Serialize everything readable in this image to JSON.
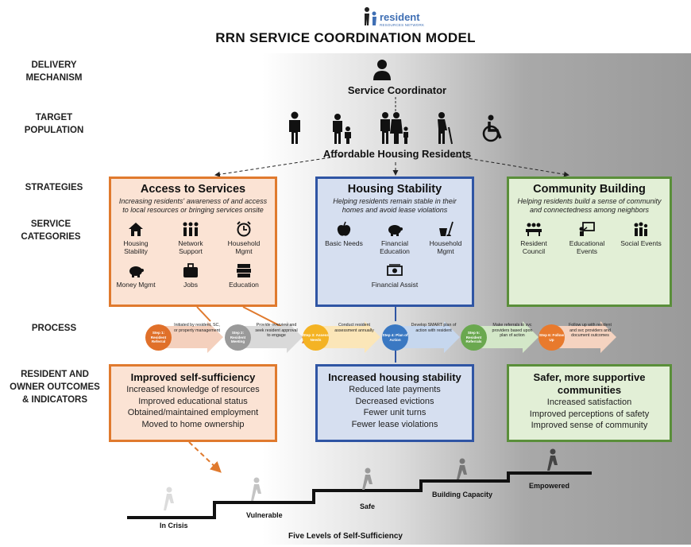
{
  "logo": {
    "name": "resident",
    "sub": "RESOURCES NETWORK"
  },
  "title": "RRN SERVICE COORDINATION MODEL",
  "rows": {
    "delivery": "DELIVERY MECHANISM",
    "target": "TARGET POPULATION",
    "strategies": "STRATEGIES",
    "service": "SERVICE CATEGORIES",
    "process": "PROCESS",
    "outcomes": "RESIDENT AND OWNER OUTCOMES & INDICATORS"
  },
  "coordinator": "Service Coordinator",
  "residents": "Affordable Housing Residents",
  "strategies": [
    {
      "title": "Access to Services",
      "desc": "Increasing residents' awareness of and access to local resources or bringing services onsite",
      "color": "#e07a2e",
      "fill": "#fbe3d4",
      "categories": [
        "Housing Stability",
        "Network Support",
        "Household Mgmt",
        "Money Mgmt",
        "Jobs",
        "Education"
      ]
    },
    {
      "title": "Housing Stability",
      "desc": "Helping residents remain stable in their homes and avoid lease violations",
      "color": "#2f55a4",
      "fill": "#d6dff0",
      "categories": [
        "Basic Needs",
        "Financial Education",
        "Household Mgmt",
        "Financial Assist"
      ]
    },
    {
      "title": "Community Building",
      "desc": "Helping residents build a sense of community and connectedness among neighbors",
      "color": "#5a8f3a",
      "fill": "#e2efd6",
      "categories": [
        "Resident Council",
        "Educational Events",
        "Social Events"
      ]
    }
  ],
  "steps": [
    {
      "label": "Step 1: Resident Referral",
      "text": "Initiated by resident, SC, or property management",
      "color": "#e0702a",
      "arrow": "#f4d0bd"
    },
    {
      "label": "Step 2: Resident Meeting",
      "text": "Provide overview and seek resident approval to engage",
      "color": "#9a9a9a",
      "arrow": "#d9d9d9"
    },
    {
      "label": "Step 3: Assess Needs",
      "text": "Conduct resident assessment annually",
      "color": "#f4b324",
      "arrow": "#fbe6b8"
    },
    {
      "label": "Step 4: Plan of Action",
      "text": "Develop SMART plan of action with resident",
      "color": "#3a78c2",
      "arrow": "#c6d7ee"
    },
    {
      "label": "Step 5: Resident Referrals",
      "text": "Make referrals to svc providers based upon plan of action",
      "color": "#6aa84f",
      "arrow": "#d3e7c8"
    },
    {
      "label": "Step 6: Follow Up",
      "text": "Follow up with resident and svc providers and document outcomes",
      "color": "#e87a2d",
      "arrow": "#f5d3c0"
    }
  ],
  "outcomes": [
    {
      "title": "Improved self-sufficiency",
      "lines": [
        "Increased knowledge of resources",
        "Improved educational status",
        "Obtained/maintained employment",
        "Moved to home ownership"
      ]
    },
    {
      "title": "Increased housing stability",
      "lines": [
        "Reduced late payments",
        "Decreased evictions",
        "Fewer unit turns",
        "Fewer lease violations"
      ]
    },
    {
      "title": "Safer, more supportive communities",
      "lines": [
        "Increased satisfaction",
        "Improved perceptions of safety",
        "Improved sense of community"
      ]
    }
  ],
  "levels": [
    "In Crisis",
    "Vulnerable",
    "Safe",
    "Building Capacity",
    "Empowered"
  ],
  "footer": "Five Levels of Self-Sufficiency"
}
